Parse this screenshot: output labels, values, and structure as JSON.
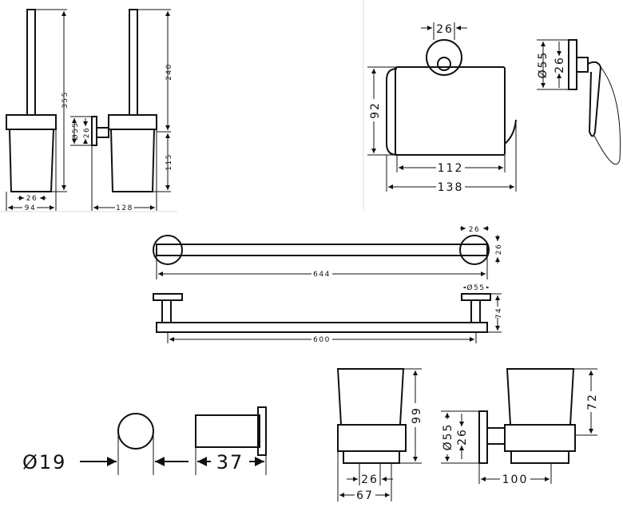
{
  "toilet_brush": {
    "height_total": "355",
    "height_brush": "240",
    "height_holder": "115",
    "plate_diameter": "Ø55",
    "stem_diameter": "26",
    "brush_width": "26",
    "width": "94",
    "depth": "128"
  },
  "paper_holder": {
    "knob": "26",
    "height": "92",
    "width_inner": "112",
    "width_total": "138",
    "plate_diameter": "Ø55",
    "stem": "26"
  },
  "towel_bar": {
    "end_diameter": "26",
    "end_height": "26",
    "length_total": "644",
    "plate_diameter": "Ø55",
    "projection": "74",
    "length_centers": "600"
  },
  "hook": {
    "diameter": "Ø19",
    "projection": "37"
  },
  "tumbler": {
    "height": "99",
    "base": "26",
    "width": "67",
    "plate_diameter": "Ø55",
    "stem": "26",
    "height_side": "72",
    "projection": "100"
  }
}
